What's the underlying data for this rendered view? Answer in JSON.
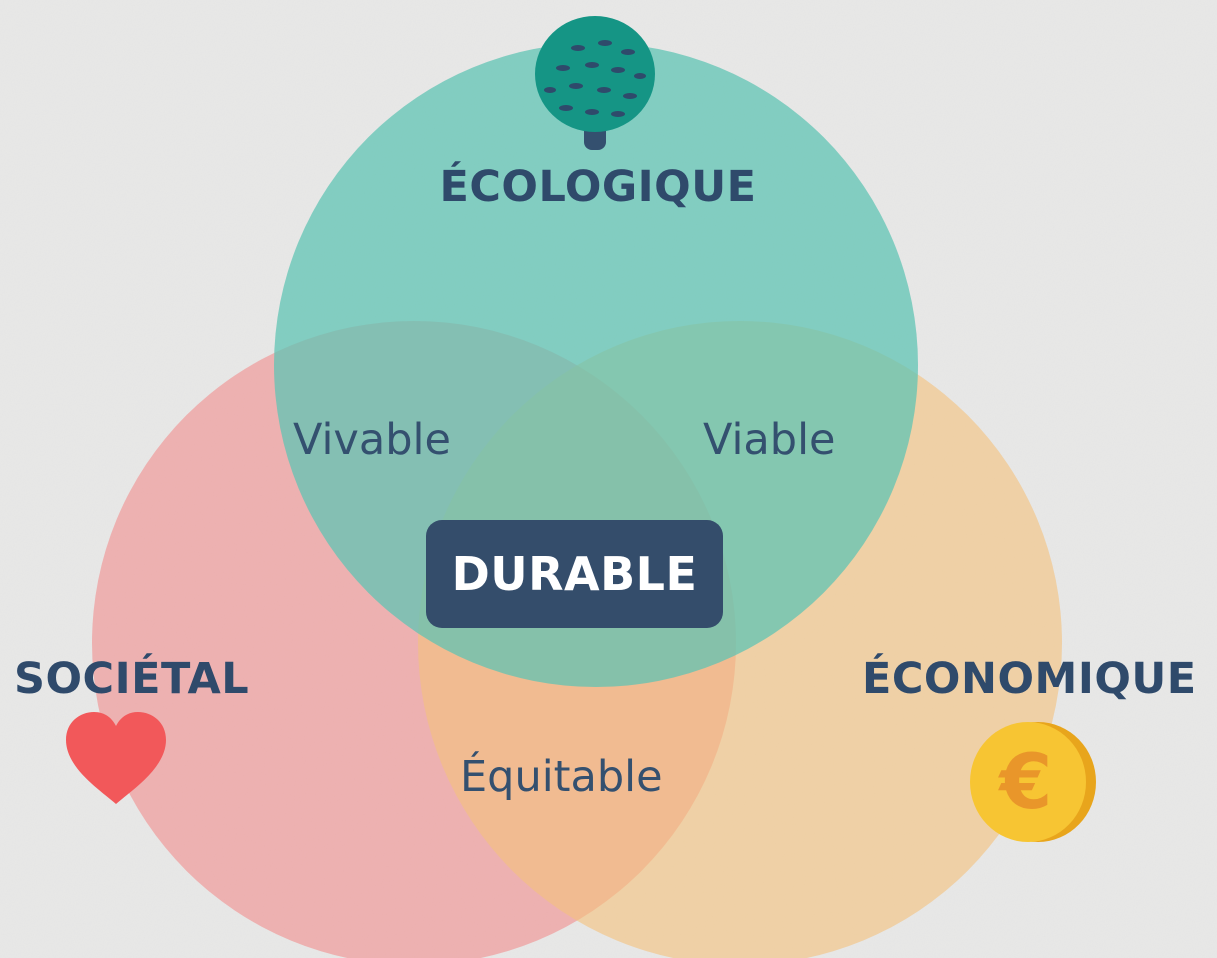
{
  "sets": {
    "ecologique": {
      "label": "ÉCOLOGIQUE",
      "color": "#5fc3b4",
      "icon": "tree-icon"
    },
    "societal": {
      "label": "SOCIÉTAL",
      "color": "#f08f8f",
      "icon": "heart-icon"
    },
    "economique": {
      "label": "ÉCONOMIQUE",
      "color": "#f4c27e",
      "icon": "euro-coin-icon"
    }
  },
  "intersections": {
    "ecologique_societal": "Vivable",
    "ecologique_economique": "Viable",
    "societal_economique": "Équitable",
    "all": "DURABLE"
  },
  "colors": {
    "background": "#e8e8e7",
    "text": "#2f4a6b",
    "badge": "#344d6b",
    "heart": "#f2585a",
    "coin": "#f7c533"
  }
}
